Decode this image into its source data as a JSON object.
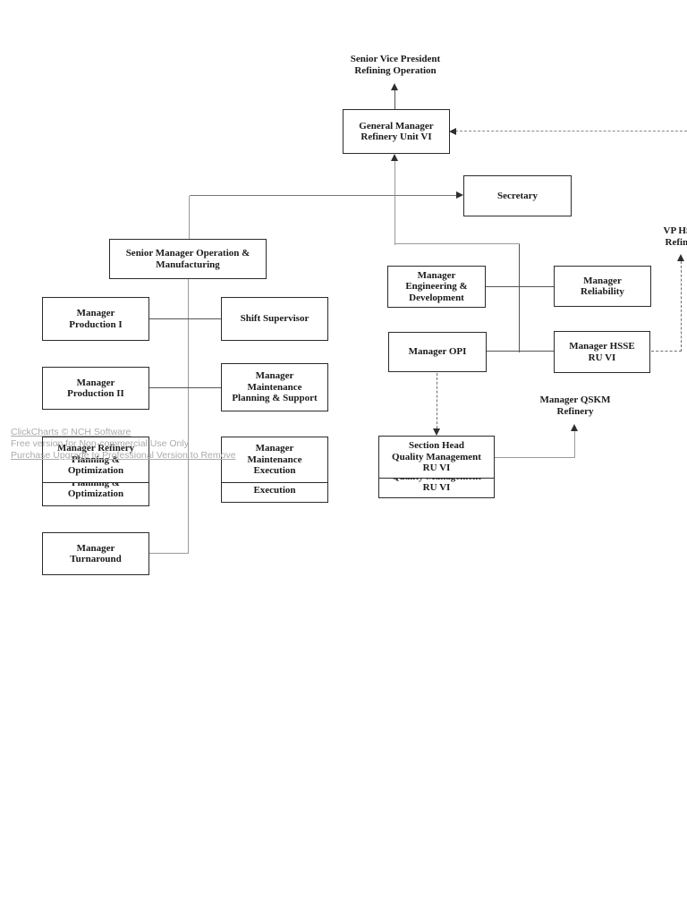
{
  "nodes": {
    "svp": {
      "label": "Senior Vice President\nRefining Operation"
    },
    "gm": {
      "label": "General Manager\nRefinery Unit VI"
    },
    "secretary": {
      "label": "Secretary"
    },
    "smom": {
      "label": "Senior Manager Operation &\nManufacturing"
    },
    "prod1": {
      "label": "Manager\nProduction I"
    },
    "shift": {
      "label": "Shift Supervisor"
    },
    "prod2": {
      "label": "Manager\nProduction II"
    },
    "mmps": {
      "label": "Manager\nMaintenance\nPlanning & Support"
    },
    "mrpo": {
      "label": "Manager Refinery\nPlanning &\nOptimization"
    },
    "mme": {
      "label": "Manager\nMaintenance\nExecution"
    },
    "turnaround": {
      "label": "Manager\nTurnaround"
    },
    "med": {
      "label": "Manager\nEngineering &\nDevelopment"
    },
    "reliability": {
      "label": "Manager\nReliability"
    },
    "opi": {
      "label": "Manager OPI"
    },
    "hsse": {
      "label": "Manager HSSE\nRU VI"
    },
    "shqm": {
      "label": "Section Head\nQuality Management\nRU VI"
    },
    "qskm": {
      "label": "Manager QSKM\nRefinery"
    },
    "vp_hsse": {
      "label": "VP HSSE\nRefinery"
    }
  },
  "watermark": {
    "line1": "ClickCharts © NCH Software",
    "line2": "Free version for Non-commercial Use Only",
    "line3": "Purchase Upgrade to Professional Version to Remove"
  },
  "colors": {
    "box_border": "#2b2b2b",
    "connector_dark": "#555555",
    "connector_gray": "#9a9a9a",
    "watermark_gray": "#ababab"
  }
}
